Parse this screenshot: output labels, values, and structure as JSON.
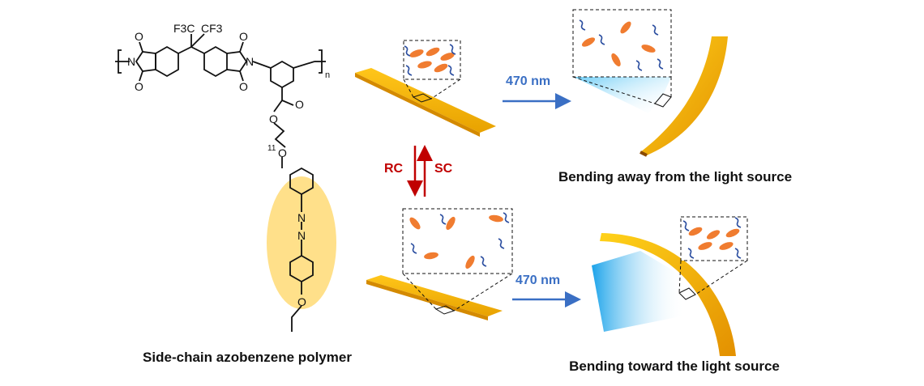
{
  "polymer": {
    "caption": "Side-chain azobenzene polymer",
    "atoms": {
      "cf3_left": "F3C",
      "cf3_right": "CF3",
      "repeat": "n",
      "spacer": "11",
      "N": "N",
      "O": "O"
    }
  },
  "top_process": {
    "wavelength": "470 nm",
    "caption": "Bending away from the light source"
  },
  "bottom_process": {
    "wavelength": "470 nm",
    "caption": "Bending toward the light source"
  },
  "transition": {
    "down_label": "RC",
    "up_label": "SC"
  },
  "colors": {
    "strip": "#f5b800",
    "mesogen": "#f07c30",
    "light": "#29a8e8",
    "arrow_blue": "#3a6fc4",
    "arrow_red": "#c00000",
    "highlight": "#ffe08a"
  }
}
